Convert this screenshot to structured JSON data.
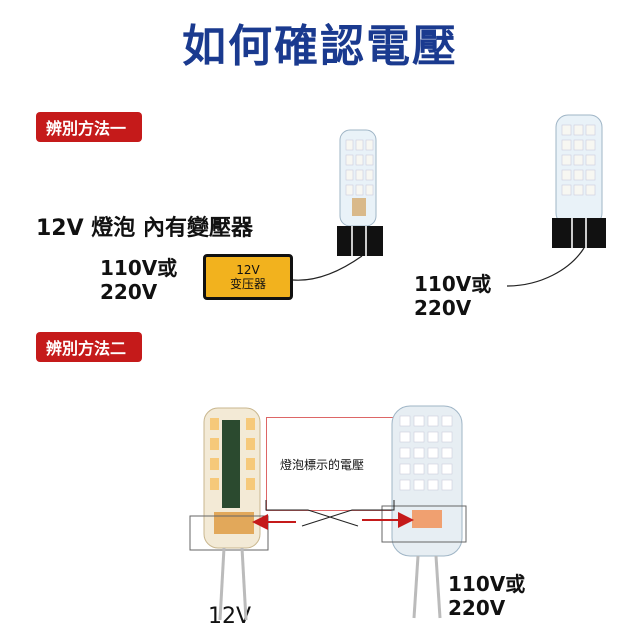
{
  "header": {
    "title": "如何確認電壓"
  },
  "method_one": {
    "tag": "辨別方法一",
    "heading": "12V 燈泡 內有變壓器",
    "left_voltage": [
      "110V或",
      "220V"
    ],
    "transformer_label": [
      "12V",
      "变压器"
    ],
    "right_voltage": [
      "110V或",
      "220V"
    ]
  },
  "method_two": {
    "tag": "辨別方法二",
    "callout": "燈泡標示的電壓",
    "left_bulb_label": "12V",
    "right_voltage": [
      "110V或",
      "220V"
    ]
  },
  "colors": {
    "title": "#1a3a8f",
    "tag_bg": "#c51a1a",
    "transformer": "#f2b21e",
    "arrow": "#c51a1a"
  }
}
